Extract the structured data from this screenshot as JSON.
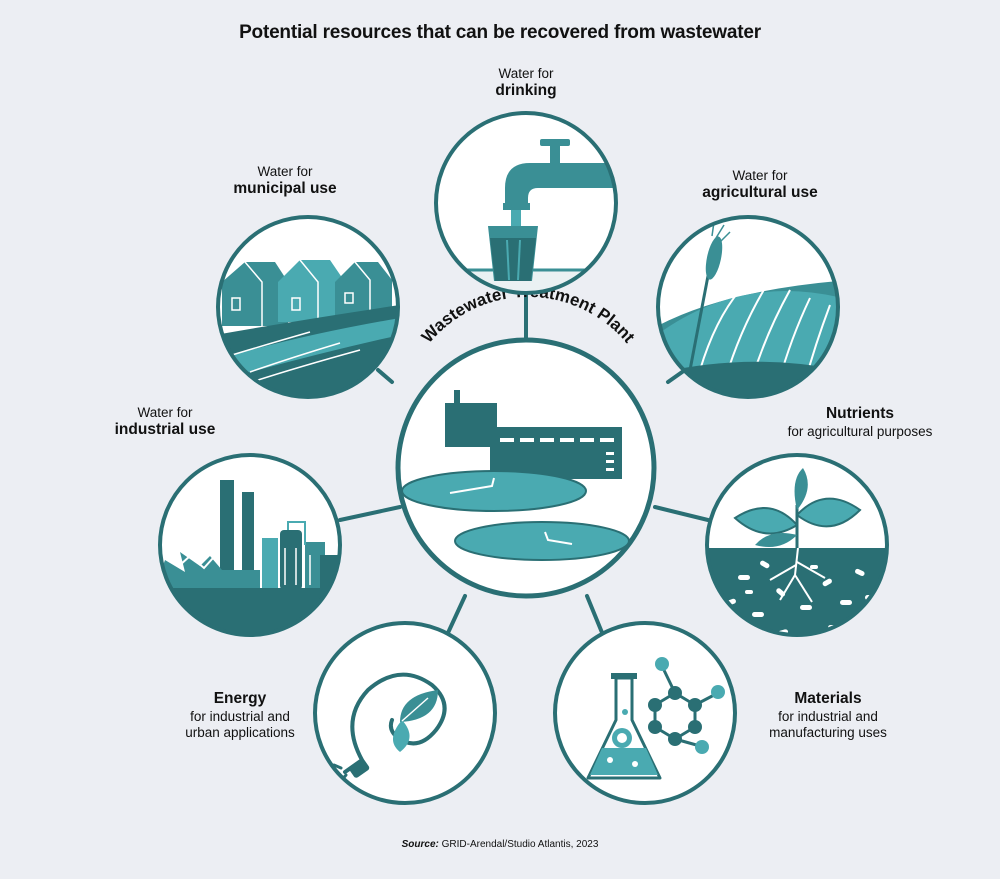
{
  "title": "Potential resources that can be recovered from wastewater",
  "center": {
    "label": "Wastewater Treatment Plant"
  },
  "resources": [
    {
      "line1": "Water for",
      "line2": "drinking"
    },
    {
      "line1": "Water for",
      "line2": "agricultural use"
    },
    {
      "line1": "Nutrients",
      "line2": "for agricultural purposes"
    },
    {
      "line1": "Materials",
      "line2": "for industrial and",
      "line3": "manufacturing uses"
    },
    {
      "line1": "Energy",
      "line2": "for industrial and",
      "line3": "urban applications"
    },
    {
      "line1": "Water for",
      "line2": "industrial use"
    },
    {
      "line1": "Water for",
      "line2": "municipal use"
    }
  ],
  "source": {
    "prefix": "Source:",
    "text": "GRID-Arendal/Studio Atlantis, 2023"
  },
  "colors": {
    "dark_teal": "#2a6f74",
    "mid_teal": "#3a8f95",
    "light_teal": "#4aaab1",
    "background": "#eceef3"
  }
}
